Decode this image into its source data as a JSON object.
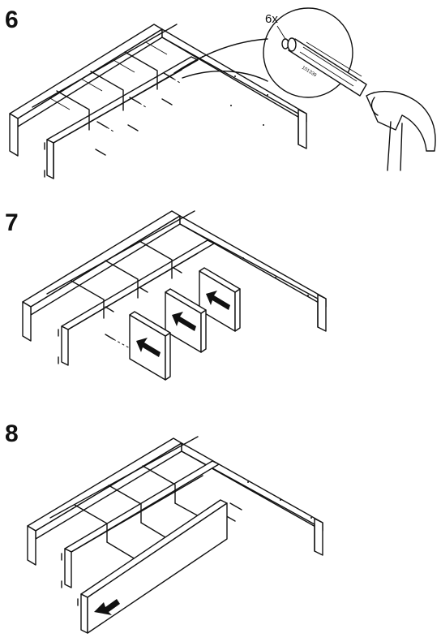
{
  "steps": [
    {
      "number": "6",
      "quantity": "6x",
      "part_number": "101339"
    },
    {
      "number": "7"
    },
    {
      "number": "8"
    }
  ]
}
